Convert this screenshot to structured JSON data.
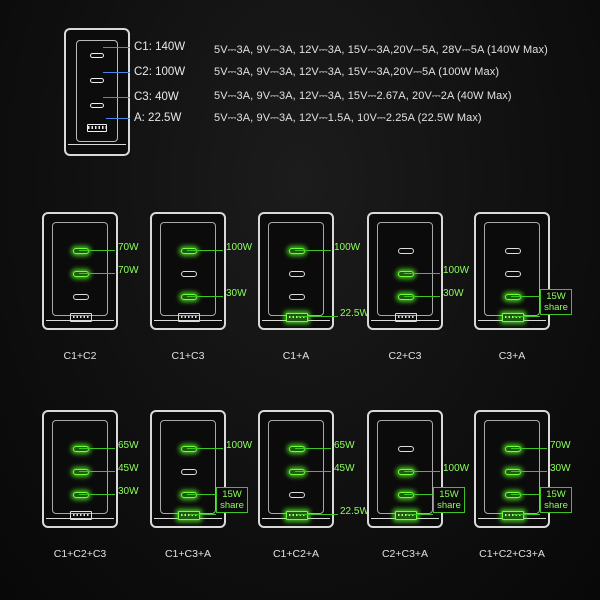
{
  "top": {
    "ports": [
      {
        "label": "C1: 140W",
        "spec": "5V⎓3A, 9V⎓3A, 12V⎓3A, 15V⎓3A,20V⎓5A, 28V⎓5A (140W Max)"
      },
      {
        "label": "C2: 100W",
        "spec": "5V⎓3A, 9V⎓3A, 12V⎓3A, 15V⎓3A,20V⎓5A (100W Max)"
      },
      {
        "label": "C3: 40W",
        "spec": "5V⎓3A, 9V⎓3A, 12V⎓3A, 15V⎓2.67A, 20V⎓2A (40W Max)"
      },
      {
        "label": "A: 22.5W",
        "spec": "5V⎓3A, 9V⎓3A, 12V⎓1.5A, 10V⎓2.25A (22.5W Max)"
      }
    ]
  },
  "combos": [
    {
      "caption": "C1+C2",
      "c1": "70W",
      "c2": "70W",
      "c3": "",
      "a": ""
    },
    {
      "caption": "C1+C3",
      "c1": "100W",
      "c2": "",
      "c3": "30W",
      "a": ""
    },
    {
      "caption": "C1+A",
      "c1": "100W",
      "c2": "",
      "c3": "",
      "a": "22.5W"
    },
    {
      "caption": "C2+C3",
      "c1": "",
      "c2": "100W",
      "c3": "30W",
      "a": ""
    },
    {
      "caption": "C3+A",
      "c1": "",
      "c2": "",
      "c3": "",
      "a": "",
      "share": [
        "15W",
        "share"
      ]
    },
    {
      "caption": "C1+C2+C3",
      "c1": "65W",
      "c2": "45W",
      "c3": "30W",
      "a": ""
    },
    {
      "caption": "C1+C3+A",
      "c1": "100W",
      "c2": "",
      "c3": "",
      "a": "",
      "share": [
        "15W",
        "share"
      ]
    },
    {
      "caption": "C1+C2+A",
      "c1": "65W",
      "c2": "45W",
      "c3": "",
      "a": "22.5W"
    },
    {
      "caption": "C2+C3+A",
      "c1": "",
      "c2": "100W",
      "c3": "",
      "a": "",
      "share": [
        "15W",
        "share"
      ]
    },
    {
      "caption": "C1+C2+C3+A",
      "c1": "70W",
      "c2": "30W",
      "c3": "",
      "a": "",
      "share": [
        "15W",
        "share"
      ]
    }
  ],
  "colors": {
    "accent_blue": "#4a86e8",
    "active_green": "#6fff3a",
    "label_green": "#8dff5c"
  }
}
